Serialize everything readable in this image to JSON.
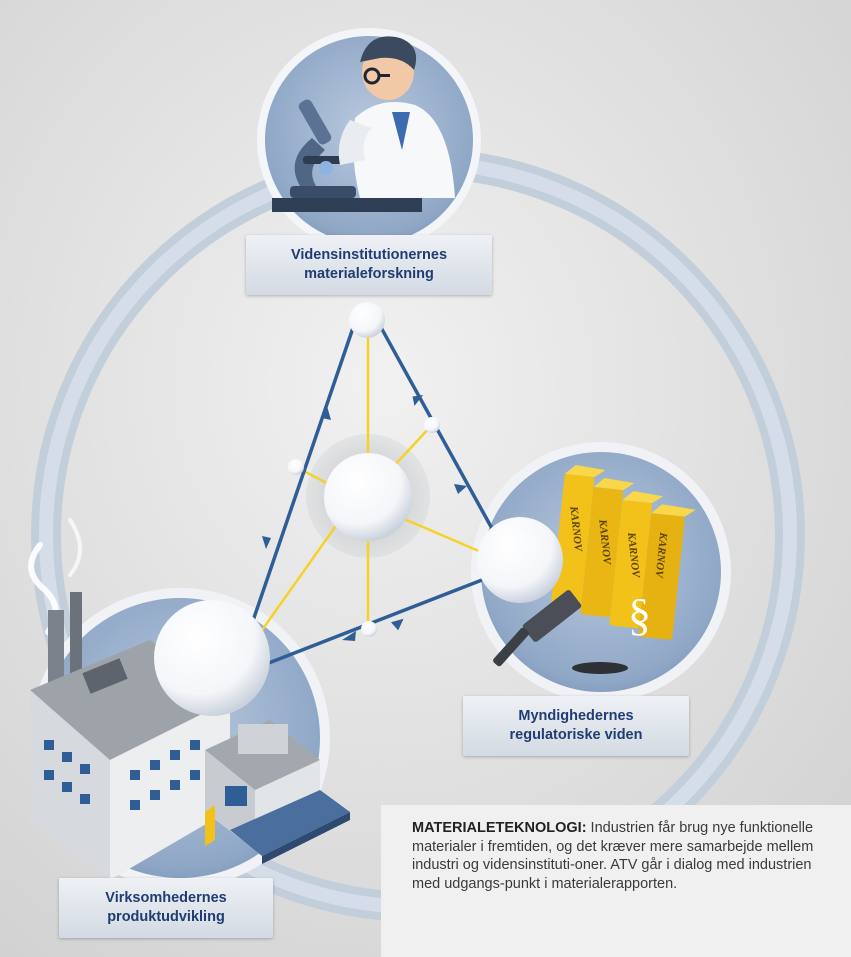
{
  "nodes": {
    "research": {
      "line1": "Vidensinstitutionernes",
      "line2": "materialeforskning"
    },
    "regulatory": {
      "line1": "Myndighedernes",
      "line2": "regulatoriske viden"
    },
    "product": {
      "line1": "Virksomhedernes",
      "line2": "produktudvikling"
    }
  },
  "books": {
    "spine_text": "KARNOV",
    "symbol": "§"
  },
  "caption": {
    "heading": "MATERIALETEKNOLOGI:",
    "body": " Industrien får brug nye funktionelle materialer i fremtiden, og det kræver mere samarbejde mellem industri og vidensinstituti-oner. ATV går i dialog med industrien med udgangs-punkt i materialerapporten."
  },
  "colors": {
    "network_line": "#2f5d96",
    "spoke_line": "#f5d22a",
    "label_text": "#1f3c73",
    "book": "#f2c21a"
  }
}
